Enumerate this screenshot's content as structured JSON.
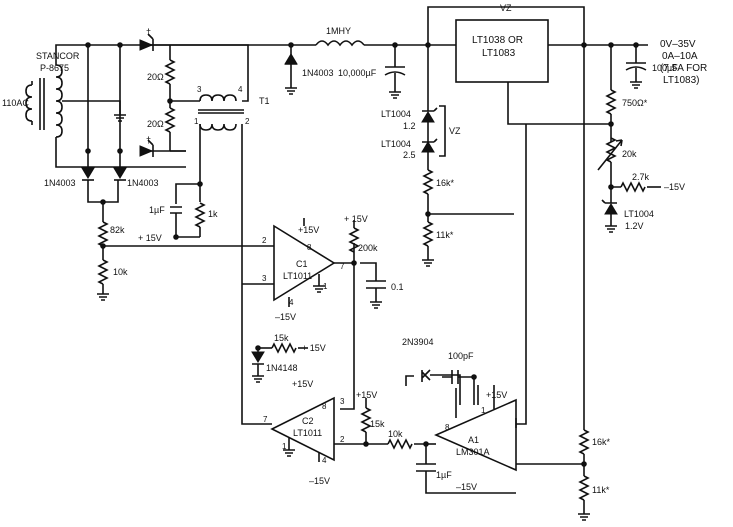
{
  "labels": {
    "transformer_name": "STANCOR",
    "transformer_part": "P-8675",
    "ac_input": "110AC",
    "sym_dagger_1": "†",
    "sym_dagger_2": "†",
    "r_20_top": "20Ω",
    "r_20_bot": "20Ω",
    "t1_pin3": "3",
    "t1_pin4": "4",
    "t1_pin1": "1",
    "t1_pin2": "2",
    "t1_name": "T1",
    "d_left": "1N4003",
    "d_right": "1N4003",
    "d_mid": "1N4003",
    "inductor": "1MHY",
    "cap_bulk": "10,000µF",
    "vz_top": "VZ",
    "regulator_line1": "LT1038 OR",
    "regulator_line2": "LT1083",
    "output_line1": "0V–35V",
    "output_line2": "0A–10A",
    "output_line3": "(7.5A FOR",
    "output_line4": "LT1083)",
    "cap_out": "100µF",
    "r_750": "750Ω*",
    "r_20k_pot": "20k",
    "r_2_7k": "2.7k",
    "neg15_ref": "–15V",
    "lt1004_ref_name": "LT1004",
    "lt1004_ref_val": "1.2V",
    "z1_name": "LT1004",
    "z1_val": "1.2",
    "z2_name": "LT1004",
    "z2_val": "2.5",
    "vz_mid": "VZ",
    "r_16k_a": "16k*",
    "r_11k_a": "11k*",
    "cap_1u_a": "1µF",
    "r_1k": "1k",
    "plus15_a": "+ 15V",
    "r_82k": "82k",
    "r_10k_a": "10k",
    "c1_name": "C1",
    "c1_part": "LT1011",
    "c1_pin2": "2",
    "c1_pin3": "3",
    "c1_pin8": "8",
    "c1_pin4": "4",
    "c1_pin1": "1",
    "c1_pin7": "7",
    "c1_plus15": "+15V",
    "c1_minus15": "–15V",
    "plus15_b": "+ 15V",
    "r_200k": "200k",
    "cap_0_1": "0.1",
    "r_15k_a": "15k",
    "plus15_c": "+ 15V",
    "d_1n4148": "1N4148",
    "q_2n3904": "2N3904",
    "cap_100p": "100pF",
    "c2_name": "C2",
    "c2_part": "LT1011",
    "c2_pin7": "7",
    "c2_pin3": "3",
    "c2_pin2": "2",
    "c2_pin1": "1",
    "c2_pin8": "8",
    "c2_pin4": "4",
    "c2_plus15": "+15V",
    "c2_minus15": "–15V",
    "plus15_d": "+15V",
    "r_15k_b": "15k",
    "r_10k_b": "10k",
    "a1_name": "A1",
    "a1_part": "LM301A",
    "a1_pin8": "8",
    "a1_pin1": "1",
    "a1_plus15": "+15V",
    "a1_minus15": "–15V",
    "cap_1u_b": "1µF",
    "r_16k_b": "16k*",
    "r_11k_b": "11k*"
  }
}
